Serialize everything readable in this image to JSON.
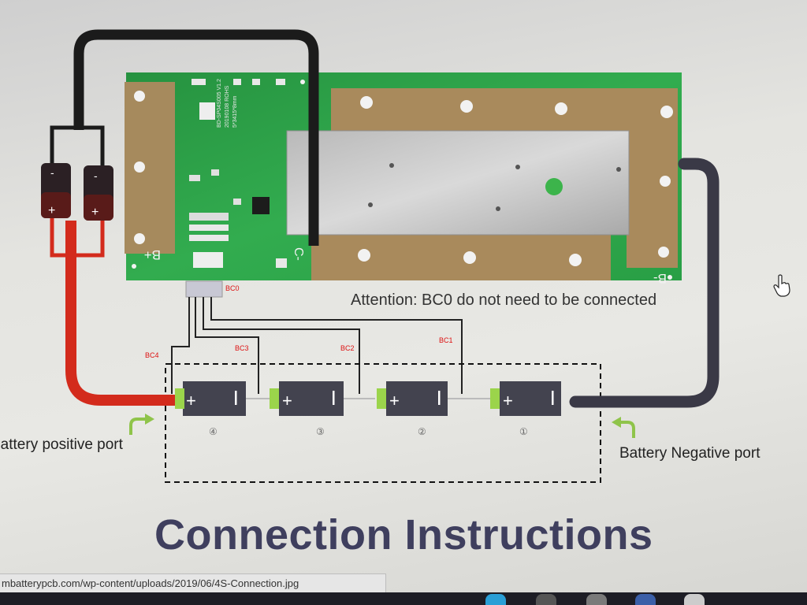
{
  "diagram": {
    "title": "Connection Instructions",
    "attention": "Attention: BC0 do not need to be connected",
    "positive_port": "Battery positive port",
    "negative_port": "Battery Negative port",
    "bc_labels": [
      "BC0",
      "BC1",
      "BC2",
      "BC3",
      "BC4"
    ],
    "cell_numbers": [
      "④",
      "③",
      "②",
      "①"
    ],
    "board": {
      "b_plus": "B+",
      "b_minus": "B-",
      "c_minus": "C-",
      "model_text": "BD-SP04S005 V1.2",
      "date_text": "20190108 ROHS",
      "dims_text": "5*3415*8mm"
    }
  },
  "browser": {
    "status_url": "mbatterypcb.com/wp-content/uploads/2019/06/4S-Connection.jpg"
  },
  "colors": {
    "pcb_green": "#2fa24a",
    "copper": "#a98a5c",
    "red_wire": "#d32b1c",
    "black_wire": "#1b1b1b",
    "title": "#3f3f5e",
    "bc_label": "#dd1111",
    "cell_tab": "#9bd44b"
  }
}
